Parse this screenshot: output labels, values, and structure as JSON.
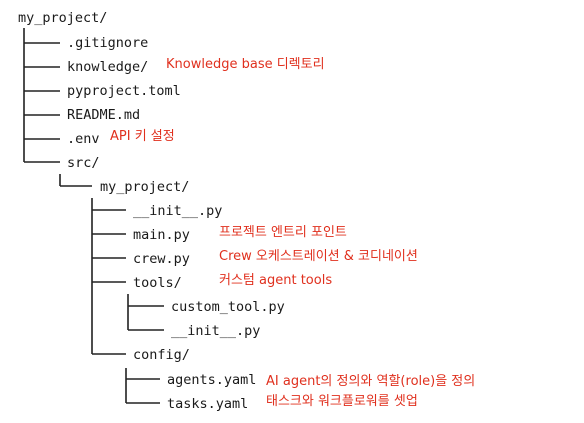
{
  "tree": {
    "root": "my_project/",
    "gitignore": ".gitignore",
    "knowledge": "knowledge/",
    "pyproject": "pyproject.toml",
    "readme": "README.md",
    "env": ".env",
    "src": "src/",
    "src_project": "my_project/",
    "init_py": "__init__.py",
    "main_py": "main.py",
    "crew_py": "crew.py",
    "tools": "tools/",
    "custom_tool": "custom_tool.py",
    "tools_init": "__init__.py",
    "config": "config/",
    "agents_yaml": "agents.yaml",
    "tasks_yaml": "tasks.yaml"
  },
  "notes": {
    "knowledge": "Knowledge base 디렉토리",
    "env": "API 키 설정",
    "main": "프로젝트 엔트리 포인트",
    "crew": "Crew 오케스트레이션 & 코디네이션",
    "tools": "커스텀 agent tools",
    "agents": "AI agent의 정의와 역할(role)을 정의",
    "tasks": "태스크와 워크플로워를 셋업"
  },
  "colors": {
    "annotation": "#e0301e",
    "text": "#1a1a1a",
    "line": "#222222"
  }
}
